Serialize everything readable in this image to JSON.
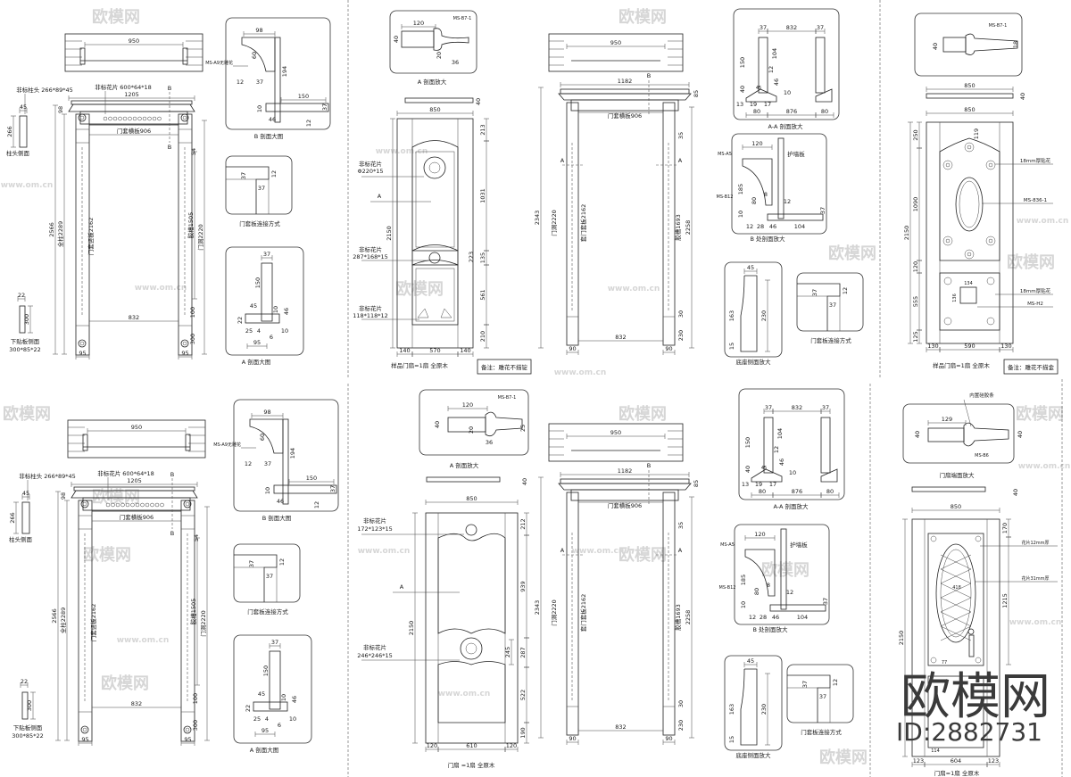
{
  "watermark": {
    "brand": "欧模网",
    "url": "www.om.cn",
    "id": "ID:2882731"
  },
  "frame_a": {
    "plan_width": "950",
    "capital_label": "非标柱头 266*89*45",
    "capital_h": "266",
    "capital_w": "45",
    "capital_side": "柱头侧面",
    "carving_label": "非标花片 600*64*18",
    "width": "1205",
    "lintel": "门套横板906",
    "opening": "832",
    "total_h": "2566",
    "post_h": "全柱2289",
    "jamb": "门套竖板2162",
    "groove": "胶槽1505",
    "hole": "门洞2220",
    "top_h": "98",
    "d54": "54",
    "d100": "100",
    "d300": "300",
    "post_w": "95",
    "base_label": "下贴板侧面",
    "base_size": "300*85*22",
    "base_w": "22",
    "base_h": "300",
    "b_mark": "B"
  },
  "detail_b": {
    "title": "B  剖面大图",
    "part": "MS-A9无雕花",
    "d98": "98",
    "d60": "60",
    "d12": "12",
    "d37": "37",
    "d194": "194",
    "d150": "150",
    "d10": "10",
    "d46": "46",
    "d37b": "37",
    "d12b": "12"
  },
  "conn": {
    "title": "门套板连接方式",
    "d37": "37",
    "d12": "12",
    "d37b": "37"
  },
  "detail_a": {
    "title": "A  剖面大图",
    "d37": "37",
    "d150": "150",
    "d22": "22",
    "d45": "45",
    "d10": "10",
    "d46": "46",
    "d25": "25",
    "d4": "4",
    "d6": "6",
    "d95": "95",
    "d10b": "10"
  },
  "door_1": {
    "section_title": "A 剖面放大",
    "part": "MS-B7-1",
    "d120": "120",
    "d40": "40",
    "d36": "36",
    "d20": "20",
    "thick": "40",
    "width": "850",
    "flower": "非标花片",
    "flower1_size": "Φ220*15",
    "mark": "A",
    "flower2_size": "287*168*15",
    "flower3_size": "118*118*12",
    "height": "2150",
    "dims_v": [
      "213",
      "1031",
      "135",
      "561",
      "210"
    ],
    "d223": "223",
    "dims_h": [
      "140",
      "570",
      "140"
    ],
    "caption": "样品门扇=1扇 全原木",
    "note": "备注：雕花不描锭"
  },
  "frame_b": {
    "plan_width": "950",
    "width": "1182",
    "lintel": "门套横板906",
    "opening": "832",
    "total": "2343",
    "hole": "门洞2220",
    "jamb": "套门套板2162",
    "groove": "胶槽1693",
    "outer": "2258",
    "top": "85",
    "d35": "35",
    "d30": "30",
    "d230": "230",
    "post_w": "90",
    "mark_a": "A",
    "mark_b": "B"
  },
  "detail_aa": {
    "title": "A-A  剖面放大",
    "top": [
      "37",
      "832",
      "37"
    ],
    "d150": "150",
    "d104": "104",
    "d12": "12",
    "d46": "46",
    "d10": "10",
    "d40": "40",
    "d13": "13",
    "d19": "19",
    "d17": "17",
    "d45": "45",
    "bottom": [
      "80",
      "876",
      "80"
    ]
  },
  "detail_b2": {
    "title": "B  处剖面放大",
    "d120": "120",
    "part1": "MS-A5",
    "guard": "护墙板",
    "d185": "185",
    "d80": "80",
    "d8": "8",
    "d12": "12",
    "part2": "MS-B12",
    "d10": "10",
    "bottom": [
      "12",
      "28",
      "46",
      "104"
    ],
    "d37": "37"
  },
  "base": {
    "title": "底座侧面放大",
    "d45": "45",
    "d163": "163",
    "d230": "230",
    "d15": "15"
  },
  "door_2": {
    "part": "MS-B7-1",
    "d40": "40",
    "d18": "18",
    "width": "850",
    "thick": "40",
    "d119": "119",
    "dims_v": [
      "250",
      "1090",
      "120",
      "555",
      "125"
    ],
    "height": "2150",
    "applique": "18mm厚贴花",
    "part2": "MS-836-1",
    "part3": "MS-H2",
    "d134": "134",
    "d136": "136",
    "dims_h": [
      "130",
      "590",
      "130"
    ],
    "caption": "样品门扇=1扇 全原木",
    "note": "备注：雕花不描金"
  },
  "door_3": {
    "section_title": "A 剖面放大",
    "part": "MS-B7-1",
    "d120": "120",
    "d40": "40",
    "d36": "36",
    "d20": "20",
    "d25": "25",
    "thick": "40",
    "width": "850",
    "flower": "非标花片",
    "flower1_size": "172*123*15",
    "mark": "A",
    "flower2_size": "246*246*15",
    "height": "2150",
    "dims_v": [
      "212",
      "939",
      "287",
      "522",
      "190"
    ],
    "d245": "245",
    "dims_h": [
      "120",
      "610",
      "120"
    ],
    "caption": "门扇 =1扇  全原木"
  },
  "door_4": {
    "detail_title": "门扇端面放大",
    "strip": "内置硅胶条",
    "d129": "129",
    "d40": "40",
    "part": "MS-B6",
    "width": "850",
    "thick": "40",
    "d170": "170",
    "flower12": "花片12mm厚",
    "flower31": "花片31mm厚",
    "d418": "418",
    "d1215": "1215",
    "height": "2150",
    "d77": "77",
    "d114": "114",
    "dims_h": [
      "123",
      "604",
      "123"
    ],
    "caption": "门扇=1扇  全原木"
  }
}
